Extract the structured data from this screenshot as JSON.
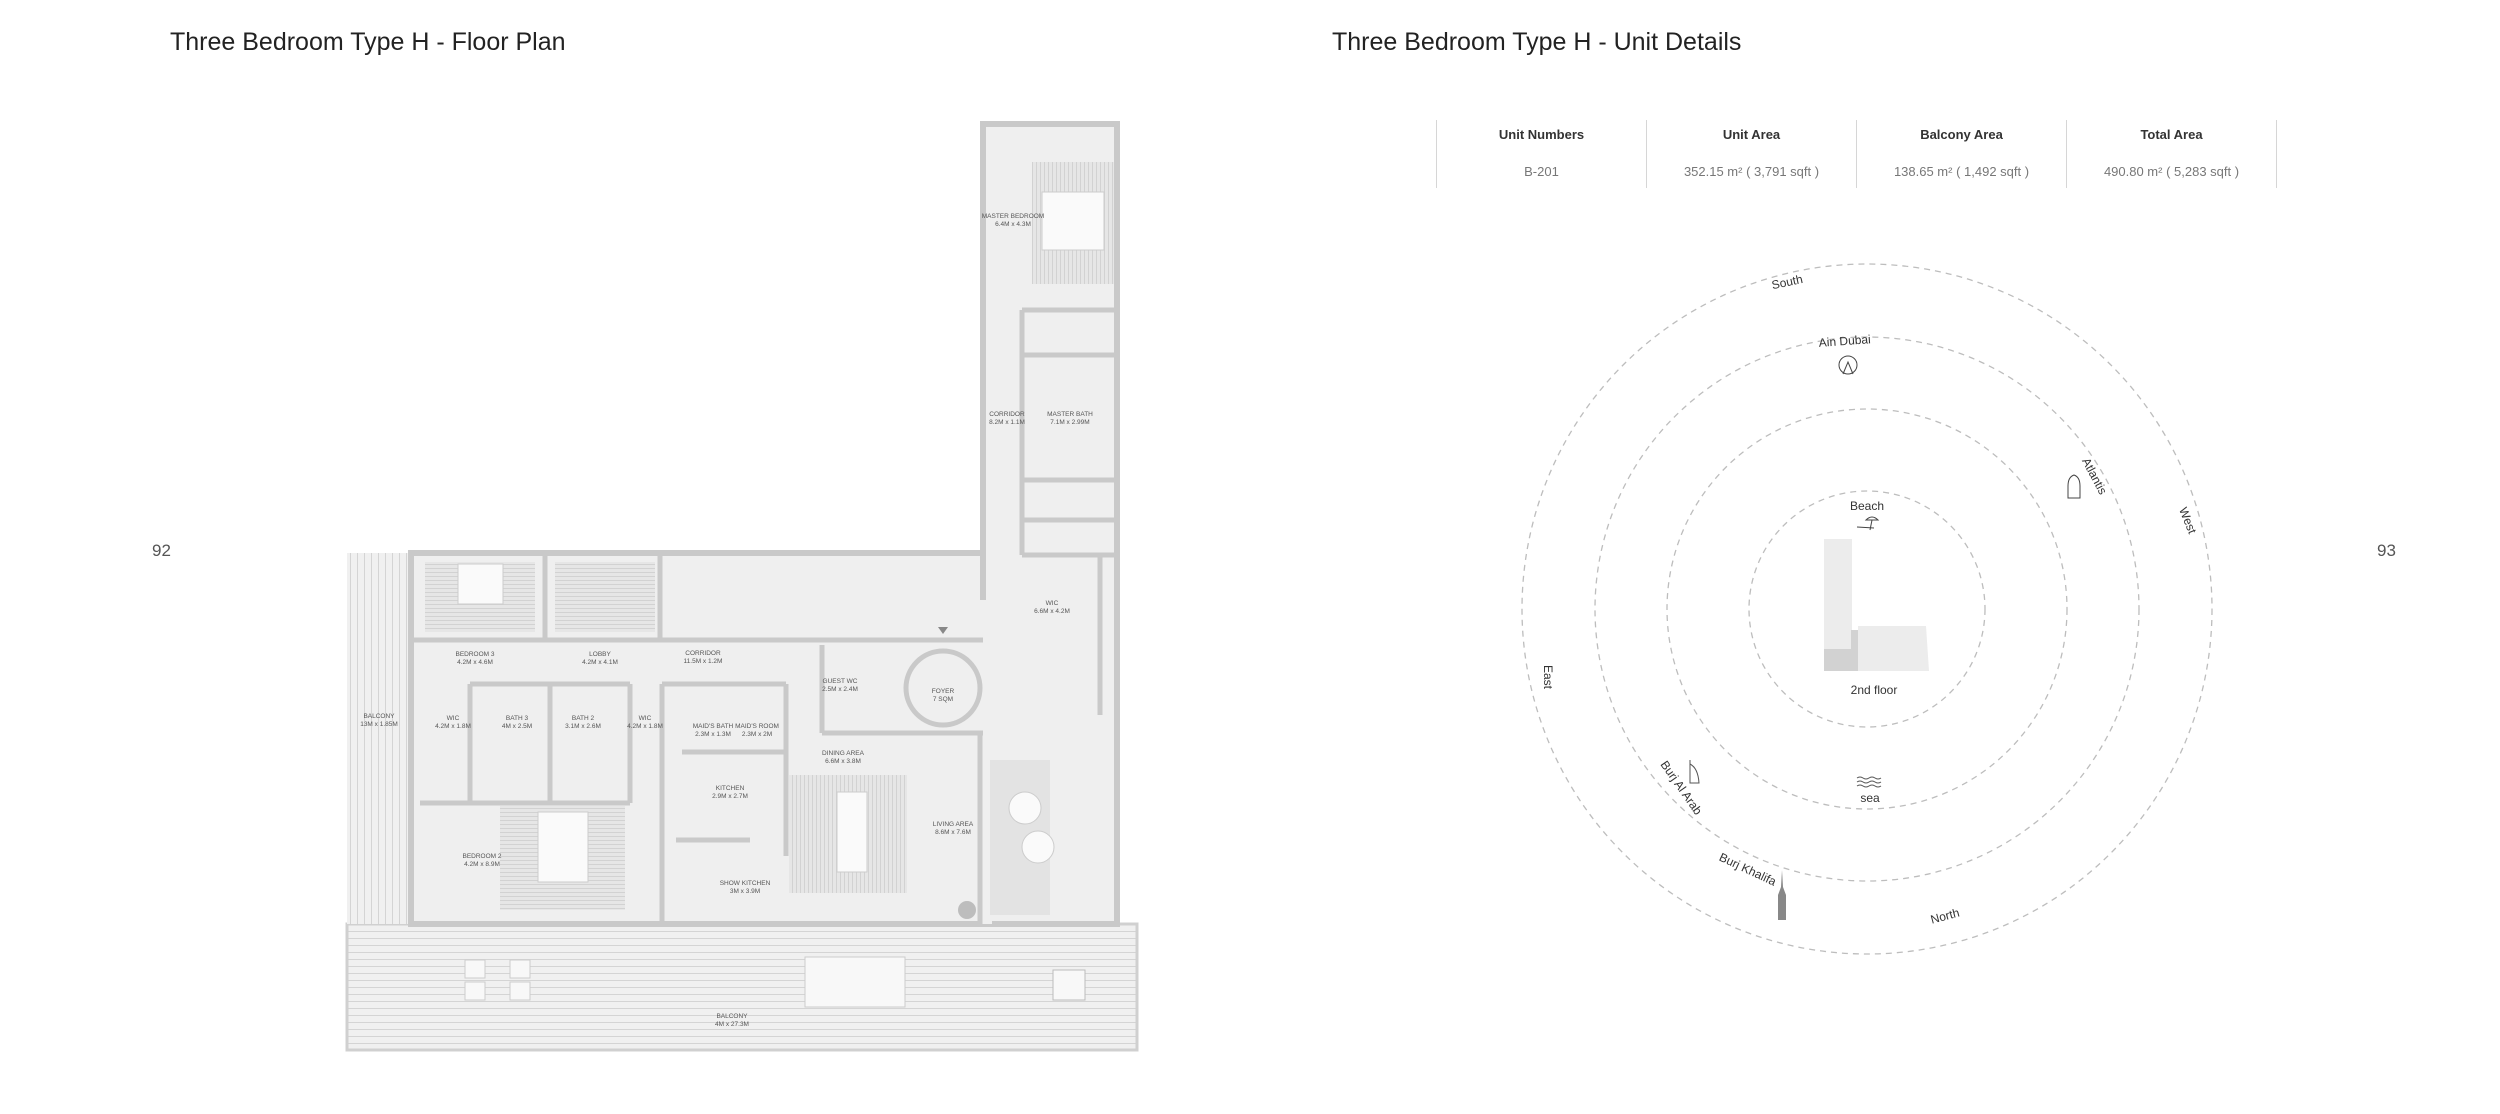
{
  "left_page": {
    "title": "Three Bedroom Type H - Floor Plan",
    "page_number": "92"
  },
  "right_page": {
    "title": "Three Bedroom Type H - Unit Details",
    "page_number": "93"
  },
  "unit_table": {
    "headers": [
      "Unit Numbers",
      "Unit Area",
      "Balcony Area",
      "Total Area"
    ],
    "values": [
      "B-201",
      "352.15 m² ( 3,791 sqft )",
      "138.65 m² ( 1,492 sqft )",
      "490.80 m² ( 5,283 sqft )"
    ]
  },
  "rooms": [
    {
      "name": "MASTER BEDROOM",
      "dims": "6.4M x 4.3M"
    },
    {
      "name": "CORRIDOR",
      "dims": "8.2M x 1.1M"
    },
    {
      "name": "MASTER BATH",
      "dims": "7.1M x 2.99M"
    },
    {
      "name": "WIC",
      "dims": "6.6M x 4.2M"
    },
    {
      "name": "BALCONY",
      "dims": "13M x 1.85M"
    },
    {
      "name": "BEDROOM 3",
      "dims": "4.2M x 4.6M"
    },
    {
      "name": "LOBBY",
      "dims": "4.2M x 4.1M"
    },
    {
      "name": "WIC",
      "dims": "4.2M x 1.8M"
    },
    {
      "name": "BATH 3",
      "dims": "4M x 2.5M"
    },
    {
      "name": "BATH 2",
      "dims": "3.1M x 2.6M"
    },
    {
      "name": "WIC",
      "dims": "4.2M x 1.8M"
    },
    {
      "name": "BEDROOM 2",
      "dims": "4.2M x 8.9M"
    },
    {
      "name": "CORRIDOR",
      "dims": "11.5M x 1.2M"
    },
    {
      "name": "GUEST WC",
      "dims": "2.5M x 2.4M"
    },
    {
      "name": "FOYER",
      "dims": "7 SQM"
    },
    {
      "name": "MAID'S BATH",
      "dims": "2.3M x 1.3M"
    },
    {
      "name": "MAID'S ROOM",
      "dims": "2.3M x 2M"
    },
    {
      "name": "DINING AREA",
      "dims": "6.6M x 3.8M"
    },
    {
      "name": "KITCHEN",
      "dims": "2.9M x 2.7M"
    },
    {
      "name": "LIVING AREA",
      "dims": "8.6M x 7.6M"
    },
    {
      "name": "SHOW KITCHEN",
      "dims": "3M x 3.9M"
    },
    {
      "name": "BALCONY",
      "dims": "4M x 27.3M"
    }
  ],
  "orientation": {
    "directions": {
      "south": "South",
      "west": "West",
      "east": "East",
      "north": "North"
    },
    "landmarks": {
      "ain_dubai": "Ain Dubai",
      "atlantis": "Atlantis",
      "beach": "Beach",
      "sea": "sea",
      "burj_al_arab": "Burj Al Arab",
      "burj_khalifa": "Burj Khalifa"
    },
    "floor": "2nd floor"
  },
  "colors": {
    "wall": "#c9c9c9",
    "floor": "#efefef",
    "ring": "#bdbdbd"
  }
}
